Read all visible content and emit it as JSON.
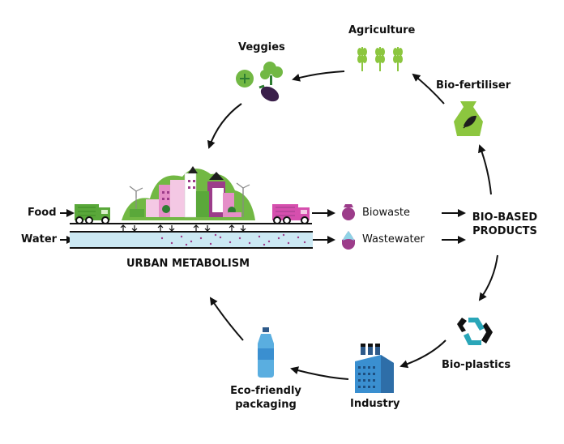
{
  "labels": {
    "agriculture": "Agriculture",
    "veggies": "Veggies",
    "bio_fertiliser": "Bio-fertiliser",
    "food": "Food",
    "water": "Water",
    "biowaste": "Biowaste",
    "wastewater": "Wastewater",
    "bio_based_products_line1": "BIO-BASED",
    "bio_based_products_line2": "PRODUCTS",
    "urban_metabolism": "URBAN METABOLISM",
    "bio_plastics": "Bio-plastics",
    "industry": "Industry",
    "eco_friendly_line1": "Eco-friendly",
    "eco_friendly_line2": "packaging"
  },
  "colors": {
    "green": "#72b844",
    "dark_green": "#2e7d32",
    "purple": "#9c3c8a",
    "pink": "#e58fc8",
    "light_blue": "#cbe8f3",
    "blue": "#3a8fd0",
    "teal": "#2aa6b8",
    "black": "#111111"
  },
  "icons": [
    "wheat-icon",
    "vegetables-icon",
    "fertiliser-bag-icon",
    "truck-icon",
    "city-icon",
    "biowaste-drop-icon",
    "wastewater-drop-icon",
    "recycle-icon",
    "factory-icon",
    "bottle-icon"
  ]
}
